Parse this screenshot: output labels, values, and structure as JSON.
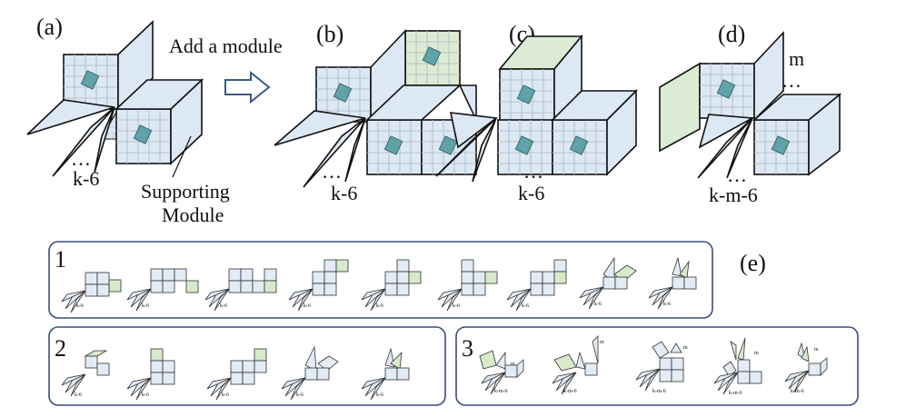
{
  "labels": {
    "a": "(a)",
    "b": "(b)",
    "c": "(c)",
    "d": "(d)",
    "e": "(e)",
    "add_module": "Add a module",
    "supporting_line1": "Supporting",
    "supporting_line2": "Module",
    "dots": "…",
    "k6": "k-6",
    "kmr6": "k-m-6",
    "m": "m"
  },
  "panels": {
    "p1": {
      "number": "1",
      "item_count": 9
    },
    "p2": {
      "number": "2",
      "item_count": 5
    },
    "p3": {
      "number": "3",
      "item_count": 5
    }
  },
  "mini_labels": {
    "k6": "k-6",
    "kmr6": "k-m-6",
    "m": "m"
  },
  "colors": {
    "module_blue": "#dde8f5",
    "module_green": "#dcebd3",
    "panel_border": "#3b4e7a",
    "arrow": "#3b5a86"
  }
}
